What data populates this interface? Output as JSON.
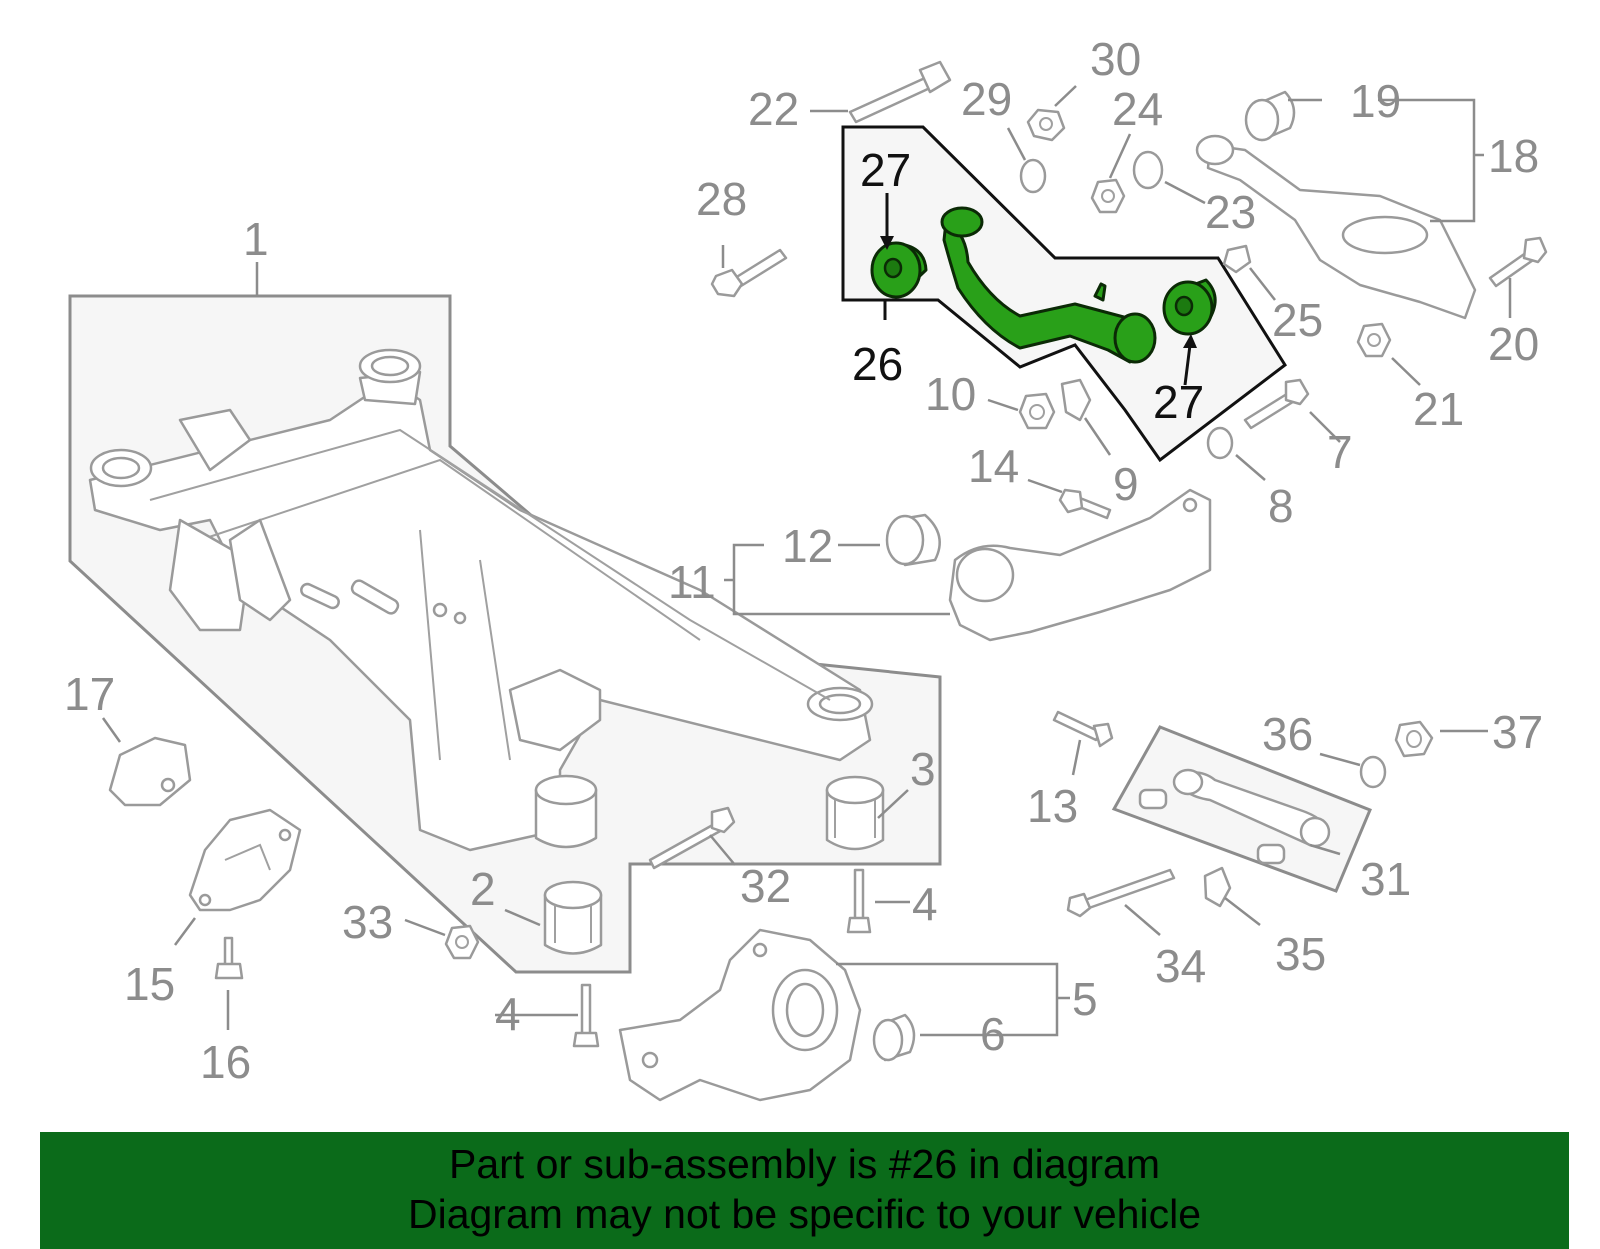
{
  "callouts": {
    "c1": "1",
    "c2": "2",
    "c3": "3",
    "c4a": "4",
    "c4b": "4",
    "c5": "5",
    "c6": "6",
    "c7": "7",
    "c8": "8",
    "c9": "9",
    "c10": "10",
    "c11": "11",
    "c12": "12",
    "c13": "13",
    "c14": "14",
    "c15": "15",
    "c16": "16",
    "c17": "17",
    "c18": "18",
    "c19": "19",
    "c20": "20",
    "c21": "21",
    "c22": "22",
    "c23": "23",
    "c24": "24",
    "c25": "25",
    "c26": "26",
    "c27a": "27",
    "c27b": "27",
    "c28": "28",
    "c29": "29",
    "c30": "30",
    "c31": "31",
    "c32": "32",
    "c33": "33",
    "c34": "34",
    "c35": "35",
    "c36": "36",
    "c37": "37"
  },
  "highlight_color": "#29a019",
  "banner": {
    "line1": "Part or sub-assembly is #26 in diagram",
    "line2": "Diagram may not be specific to your vehicle",
    "background": "#0b6b1a"
  }
}
